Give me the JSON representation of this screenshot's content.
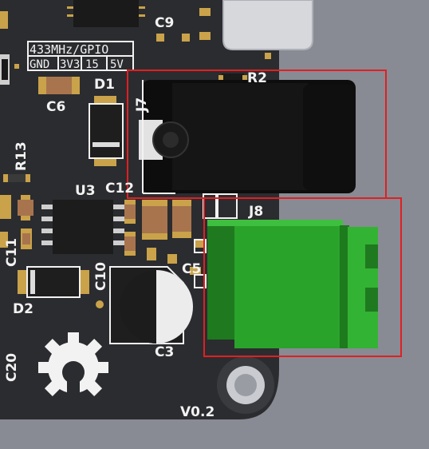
{
  "board": {
    "version": "V0.2",
    "pin_header_top": "433MHz/GPIO",
    "pin_header_bottom": "GND 3V3 15 5V",
    "pin_labels": [
      "GND",
      "3V3",
      "15",
      "5V"
    ]
  },
  "refdes": {
    "C9": "C9",
    "R2": "R2",
    "D1": "D1",
    "C6": "C6",
    "J7": "J7",
    "R13": "R13",
    "U3": "U3",
    "C12": "C12",
    "J8": "J8",
    "C11": "C11",
    "C10": "C10",
    "C5": "C5",
    "D2": "D2",
    "C3": "C3",
    "C20": "C20"
  },
  "highlights": {
    "color": "#e11f22",
    "items": [
      "J7",
      "J8"
    ]
  },
  "colors": {
    "pcb": "#2b2c2f",
    "background": "#888b93",
    "terminal_block": "#2aa32a",
    "barrel_jack": "#111111",
    "pad": "#c9a24a"
  }
}
